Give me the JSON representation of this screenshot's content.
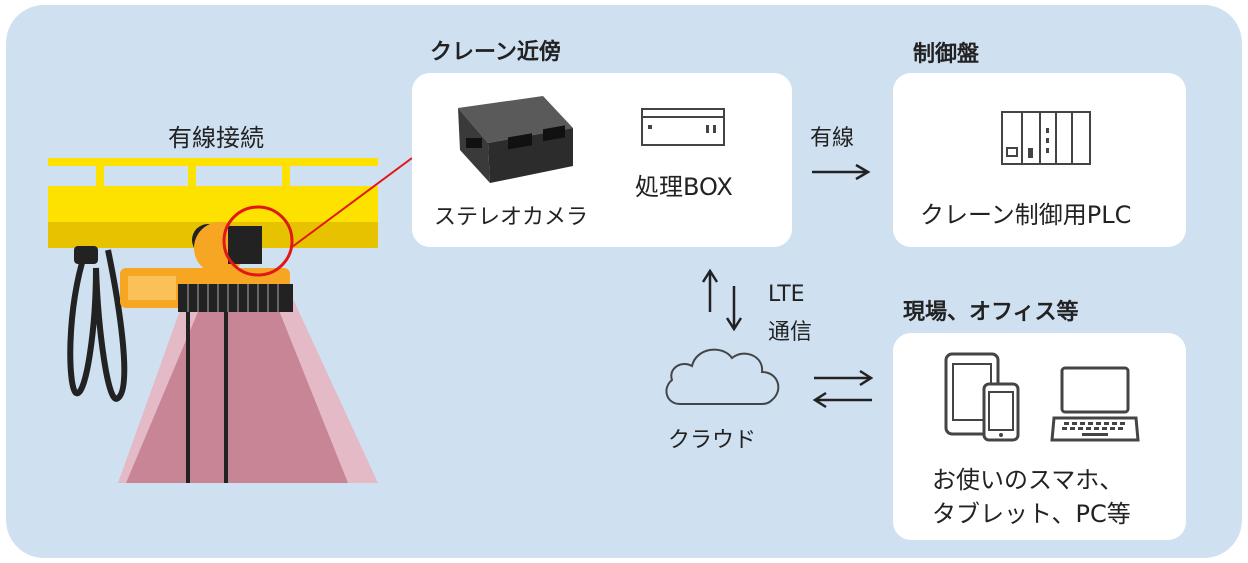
{
  "wired_connection_label": "有線接続",
  "crane_area": {
    "title": "クレーン近傍",
    "camera_label": "ステレオカメラ",
    "processing_label": "処理BOX"
  },
  "control_panel": {
    "title": "制御盤",
    "plc_label": "クレーン制御用PLC"
  },
  "wired_arrow_label": "有線",
  "lte_label_line1": "LTE",
  "lte_label_line2": "通信",
  "cloud_label": "クラウド",
  "site_office": {
    "title": "現場、オフィス等",
    "devices_line1": "お使いのスマホ、",
    "devices_line2": "タブレット、PC等"
  },
  "colors": {
    "background_panel": "#cfe0f1",
    "crane_yellow": "#fde200",
    "hoist_orange": "#f6a623",
    "highlight_red": "#e01818",
    "beam_pink": "#c4808f"
  }
}
